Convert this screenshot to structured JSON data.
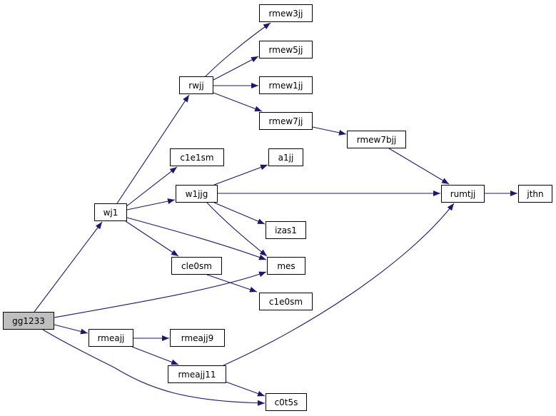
{
  "colors": {
    "edge": "#191970",
    "root_fill": "#bfbfbf",
    "node_fill": "#ffffff",
    "border": "#000000"
  },
  "nodes": {
    "gg1233": "gg1233",
    "wj1": "wj1",
    "rwjj": "rwjj",
    "rmew3jj": "rmew3jj",
    "rmew5jj": "rmew5jj",
    "rmew1jj": "rmew1jj",
    "rmew7jj": "rmew7jj",
    "rmew7bjj": "rmew7bjj",
    "c1e1sm": "c1e1sm",
    "a1jj": "a1jj",
    "w1jjg": "w1jjg",
    "rumtjj": "rumtjj",
    "jthn": "jthn",
    "izas1": "izas1",
    "cle0sm": "cle0sm",
    "mes": "mes",
    "c1e0sm": "c1e0sm",
    "rmeajj": "rmeajj",
    "rmeajj9": "rmeajj9",
    "rmeajj11": "rmeajj11",
    "c0t5s": "c0t5s"
  },
  "edges": [
    [
      "gg1233",
      "wj1"
    ],
    [
      "gg1233",
      "mes"
    ],
    [
      "gg1233",
      "rmeajj"
    ],
    [
      "gg1233",
      "c0t5s"
    ],
    [
      "wj1",
      "rwjj"
    ],
    [
      "wj1",
      "c1e1sm"
    ],
    [
      "wj1",
      "w1jjg"
    ],
    [
      "wj1",
      "cle0sm"
    ],
    [
      "wj1",
      "mes"
    ],
    [
      "rwjj",
      "rmew3jj"
    ],
    [
      "rwjj",
      "rmew5jj"
    ],
    [
      "rwjj",
      "rmew1jj"
    ],
    [
      "rwjj",
      "rmew7jj"
    ],
    [
      "rmew7jj",
      "rmew7bjj"
    ],
    [
      "rmew7bjj",
      "rumtjj"
    ],
    [
      "w1jjg",
      "a1jj"
    ],
    [
      "w1jjg",
      "rumtjj"
    ],
    [
      "w1jjg",
      "izas1"
    ],
    [
      "w1jjg",
      "mes"
    ],
    [
      "rumtjj",
      "jthn"
    ],
    [
      "cle0sm",
      "c1e0sm"
    ],
    [
      "rmeajj",
      "rmeajj9"
    ],
    [
      "rmeajj",
      "rmeajj11"
    ],
    [
      "rmeajj11",
      "rumtjj"
    ],
    [
      "rmeajj11",
      "c0t5s"
    ]
  ]
}
